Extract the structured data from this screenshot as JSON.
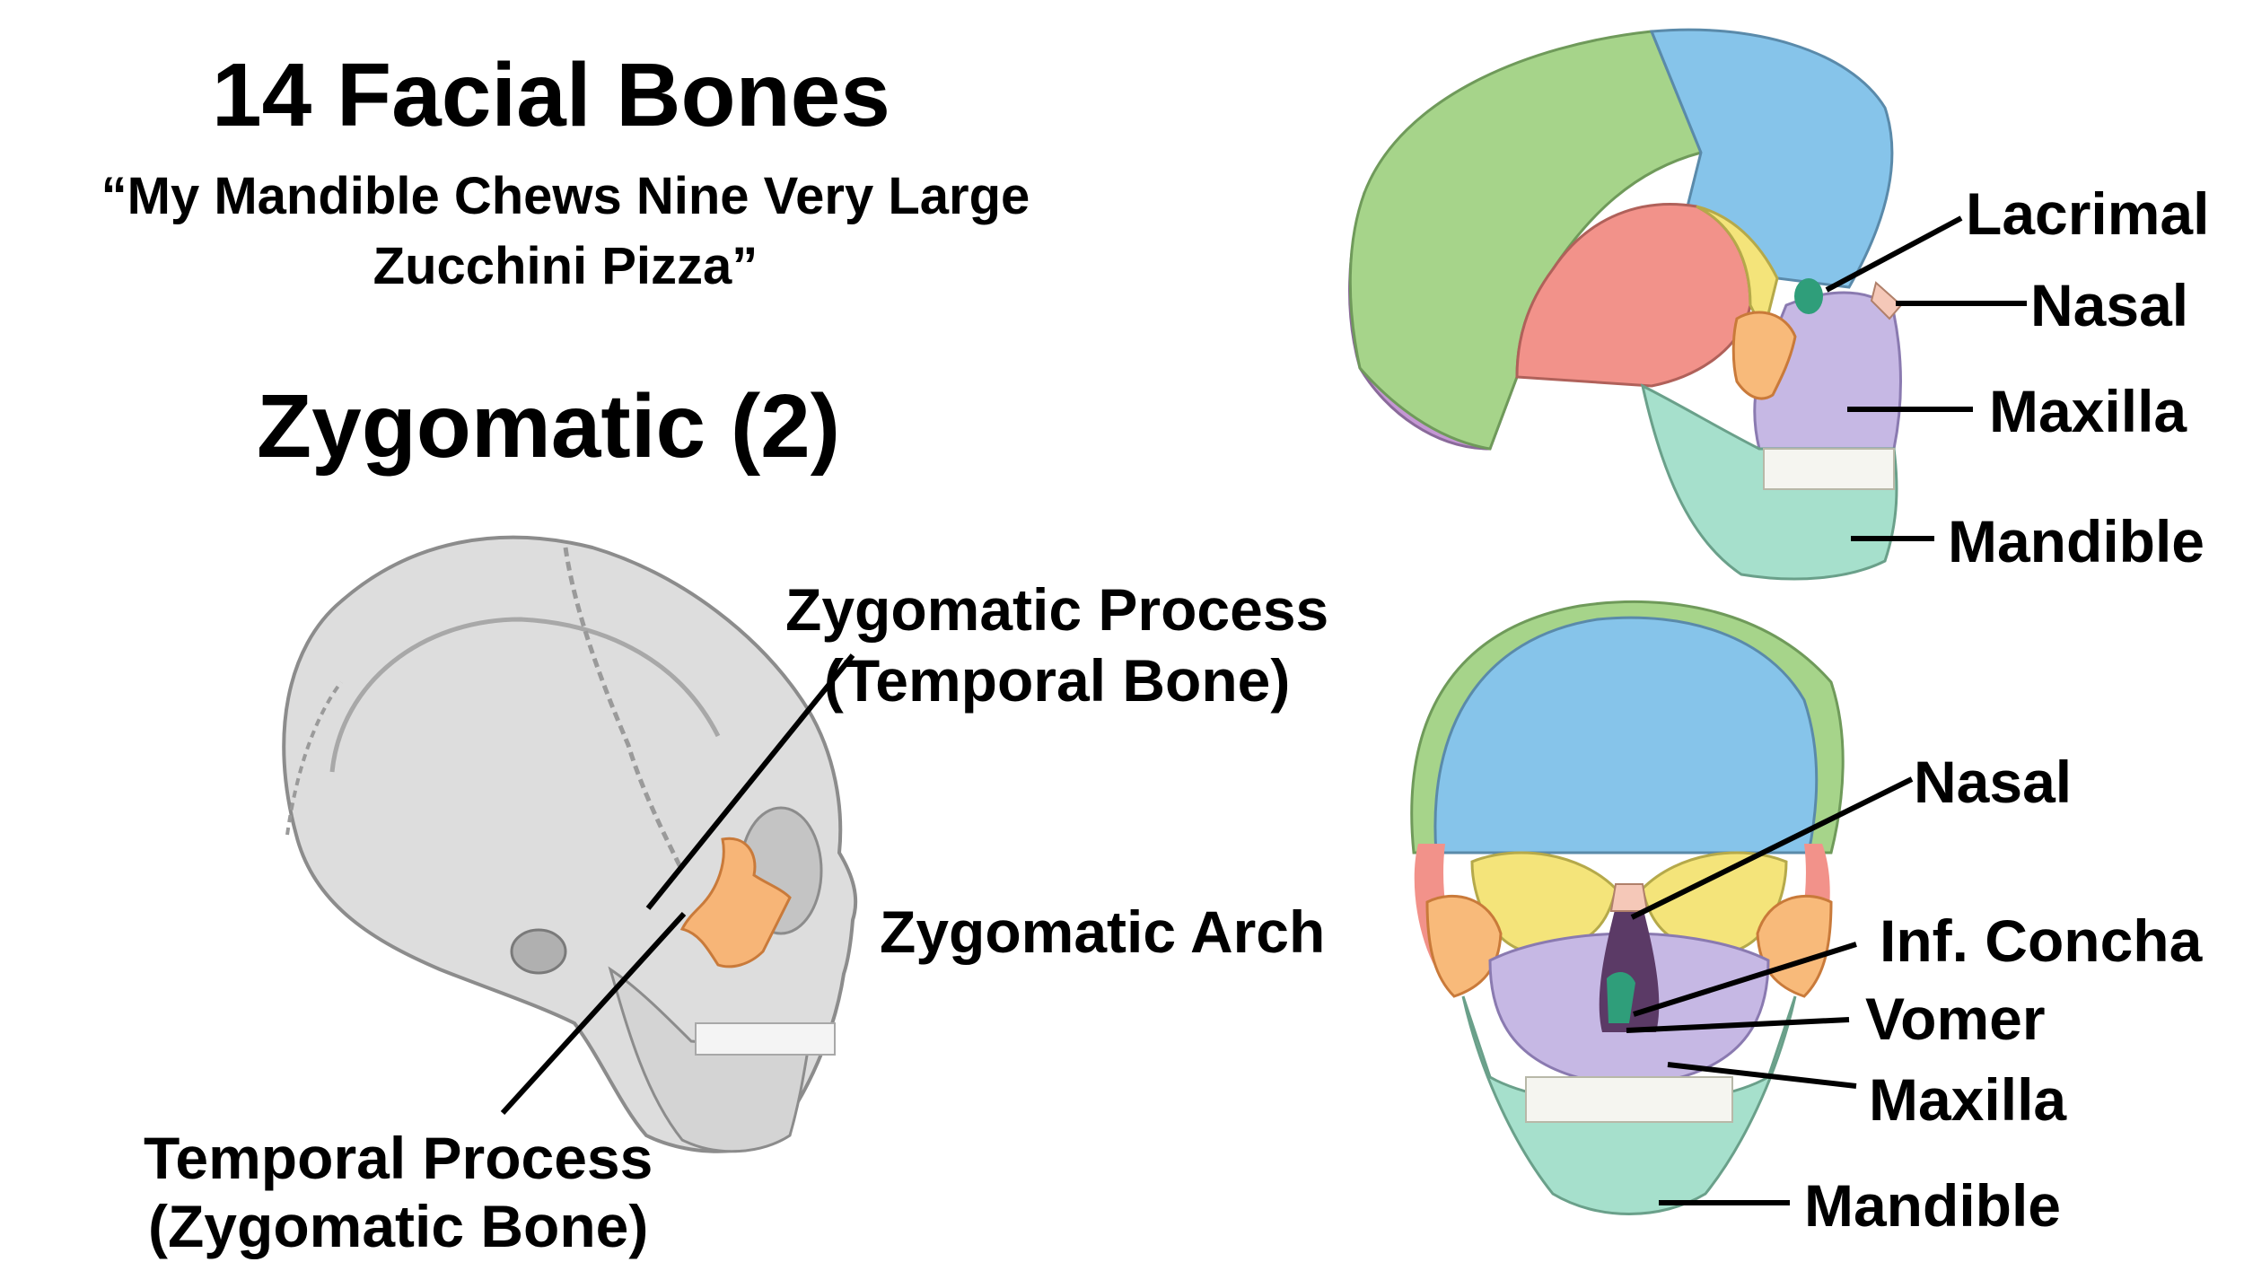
{
  "title": "14 Facial Bones",
  "mnemonic": {
    "line1": "“My Mandible Chews Nine Very Large",
    "line2": "Zucchini Pizza”"
  },
  "subtitle": "Zygomatic (2)",
  "lateral_gray_labels": {
    "zygomatic_process_line1": "Zygomatic Process",
    "zygomatic_process_line2": "(Temporal Bone)",
    "zygomatic_arch": "Zygomatic Arch",
    "temporal_process_line1": "Temporal Process",
    "temporal_process_line2": "(Zygomatic Bone)"
  },
  "lateral_color_labels": {
    "lacrimal": "Lacrimal",
    "nasal": "Nasal",
    "maxilla": "Maxilla",
    "mandible": "Mandible"
  },
  "frontal_labels": {
    "nasal": "Nasal",
    "inf_concha": "Inf. Concha",
    "vomer": "Vomer",
    "maxilla": "Maxilla",
    "mandible": "Mandible"
  },
  "colors": {
    "frontal_bone": "#86c4ea",
    "parietal_bone": "#a6d48a",
    "occipital_bone": "#c597d4",
    "temporal_bone": "#f2928a",
    "sphenoid_bone": "#f4e47a",
    "zygomatic_bone": "#f8ba7a",
    "maxilla": "#c6b8e4",
    "mandible": "#a6e0cc",
    "nasal_bone": "#f5c8b8",
    "lacrimal_bone": "#2f9e7a",
    "gray_skull": "#dcdcdc",
    "zygomatic_highlight": "#f7b577"
  }
}
